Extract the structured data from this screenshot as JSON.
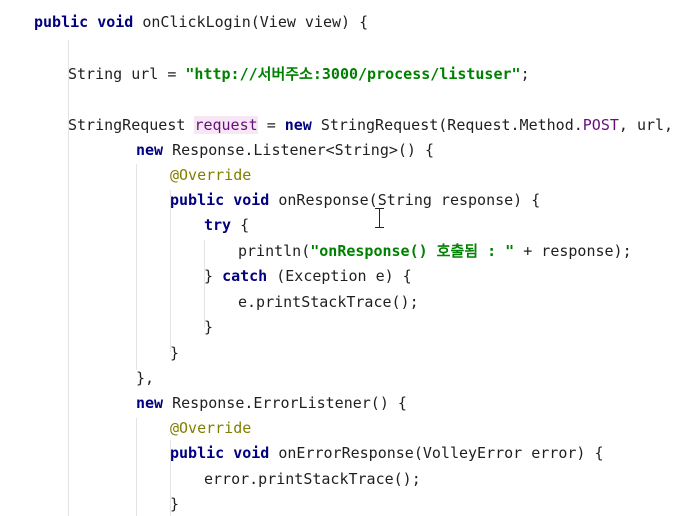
{
  "code": {
    "l1": {
      "kw1": "public",
      "kw2": "void",
      "rest": "onClickLogin(View view) {"
    },
    "l2": {
      "type": "String",
      "var": "url",
      "eq": "=",
      "value": "\"http://서버주소:3000/process/listuser\"",
      "end": ";"
    },
    "l3": {
      "type": "StringRequest",
      "var": "request",
      "eq": "=",
      "kw": "new",
      "ctor": "StringRequest(Request.Method.",
      "const": "POST",
      "end": ", url,"
    },
    "l4": {
      "kw": "new",
      "rest": "Response.Listener<String>() {"
    },
    "l5": {
      "ann": "@Override"
    },
    "l6": {
      "kw1": "public",
      "kw2": "void",
      "rest": "onResponse(String response) {"
    },
    "l7": {
      "kw": "try",
      "rest": "{"
    },
    "l8": {
      "pre": "println(",
      "str": "\"onResponse() 호출됨 : \"",
      "post": " + response);"
    },
    "l9": {
      "pre": "}",
      "kw": "catch",
      "rest": "(Exception e) {"
    },
    "l10": {
      "text": "e.printStackTrace();"
    },
    "l11": {
      "text": "}"
    },
    "l12": {
      "text": "}"
    },
    "l13": {
      "text": "},"
    },
    "l14": {
      "kw": "new",
      "rest": "Response.ErrorListener() {"
    },
    "l15": {
      "ann": "@Override"
    },
    "l16": {
      "kw1": "public",
      "kw2": "void",
      "rest": "onErrorResponse(VolleyError error) {"
    },
    "l17": {
      "text": "error.printStackTrace();"
    },
    "l18": {
      "text": "}"
    }
  },
  "colors": {
    "keyword": "#000080",
    "string": "#008000",
    "annotation": "#808000",
    "constant": "#660e7a",
    "highlight_bg": "#f7e6f4"
  },
  "icons": {
    "mouse_cursor": "text-cursor-icon"
  }
}
